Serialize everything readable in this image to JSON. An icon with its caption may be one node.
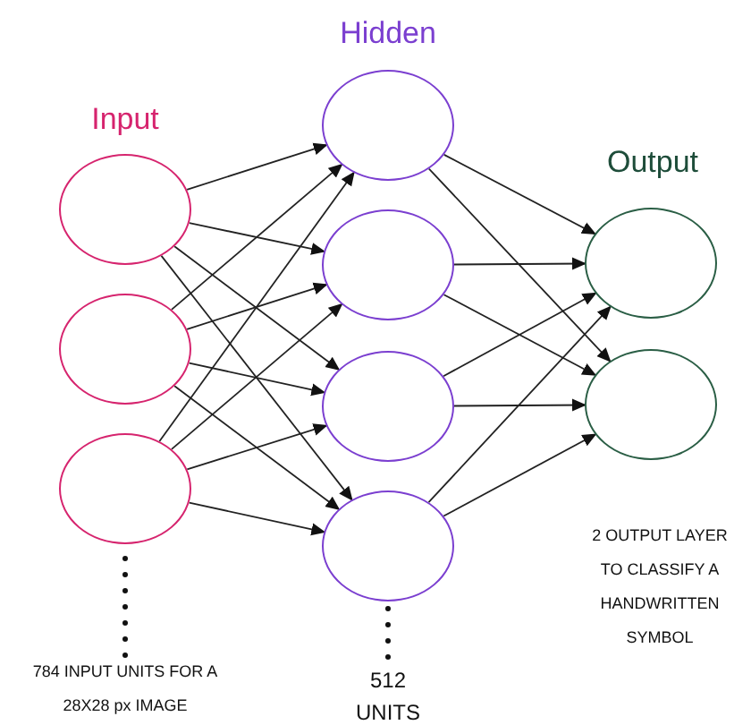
{
  "diagram": {
    "nodes": [
      {
        "text": [],
        "shape": "circle"
      },
      {
        "text": [],
        "shape": "circle"
      },
      {
        "text": [],
        "shape": "circle"
      },
      {
        "text": [],
        "shape": "circle"
      },
      {
        "text": [],
        "shape": "circle"
      },
      {
        "text": [],
        "shape": "circle"
      },
      {
        "text": [],
        "shape": "circle"
      },
      {
        "text": [],
        "shape": "circle"
      },
      {
        "text": [],
        "shape": "circle"
      }
    ],
    "edges": [
      {
        "from": 0,
        "to": 3,
        "arrow": "to"
      },
      {
        "from": 0,
        "to": 4,
        "arrow": "to"
      },
      {
        "from": 0,
        "to": 5,
        "arrow": "to"
      },
      {
        "from": 0,
        "to": 6,
        "arrow": "to"
      },
      {
        "from": 1,
        "to": 3,
        "arrow": "to"
      },
      {
        "from": 1,
        "to": 4,
        "arrow": "to"
      },
      {
        "from": 1,
        "to": 5,
        "arrow": "to"
      },
      {
        "from": 1,
        "to": 6,
        "arrow": "to"
      },
      {
        "from": 2,
        "to": 3,
        "arrow": "to"
      },
      {
        "from": 2,
        "to": 4,
        "arrow": "to"
      },
      {
        "from": 2,
        "to": 5,
        "arrow": "to"
      },
      {
        "from": 2,
        "to": 6,
        "arrow": "to"
      },
      {
        "from": 3,
        "to": 7,
        "arrow": "to"
      },
      {
        "from": 3,
        "to": 8,
        "arrow": "to"
      },
      {
        "from": 4,
        "to": 7,
        "arrow": "to"
      },
      {
        "from": 4,
        "to": 8,
        "arrow": "to"
      },
      {
        "from": 5,
        "to": 7,
        "arrow": "to"
      },
      {
        "from": 5,
        "to": 8,
        "arrow": "to"
      },
      {
        "from": 6,
        "to": 7,
        "arrow": "to"
      },
      {
        "from": 6,
        "to": 8,
        "arrow": "to"
      }
    ],
    "labels": [
      "Input",
      "Hidden",
      "Output",
      "784 INPUT UNITS FOR A 28X28 px IMAGE",
      "512 UNITS",
      "2 OUTPUT LAYER TO CLASSIFY A HANDWRITTEN SYMBOL"
    ]
  }
}
